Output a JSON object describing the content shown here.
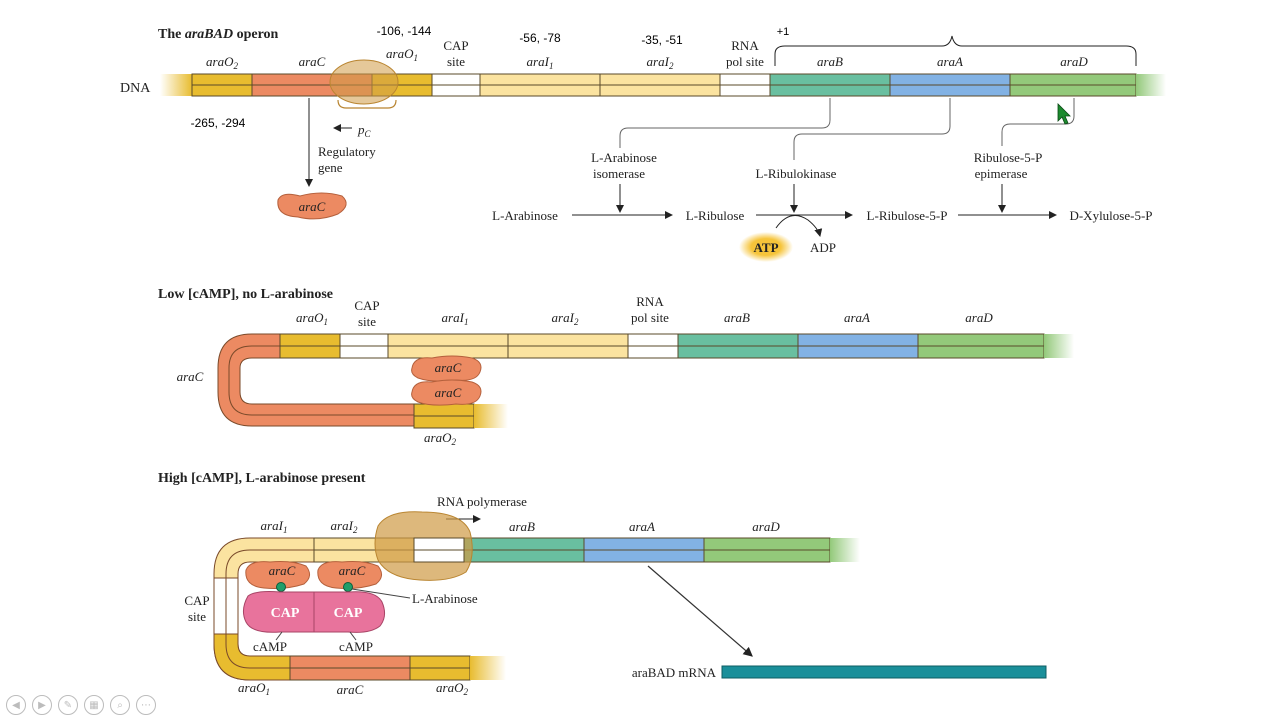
{
  "colors": {
    "operator": "#e8bc2f",
    "arac": "#ec8a62",
    "initiator": "#fbe3a0",
    "arab": "#69bfa0",
    "araa": "#82b2e4",
    "arad": "#93c97a",
    "rna_polymerase": "#cf9a45",
    "cap": "#e8739c",
    "mrna": "#1a8f9a",
    "atp": "#f6c43a"
  },
  "panel1": {
    "title_the": "The ",
    "title_gene": "araBAD",
    "title_rest": " operon",
    "dna_label": "DNA",
    "annotations": {
      "upper_left": "-106, -144",
      "i1_pos": "-56, -78",
      "i2_pos": "-35, -51",
      "start": "+1",
      "lower_left": "-265, -294"
    },
    "segment_labels": {
      "araO2_base": "araO",
      "araO2_sub": "2",
      "araC": "araC",
      "araO1_base": "araO",
      "araO1_sub": "1",
      "cap1": "CAP",
      "cap2": "site",
      "araI1_base": "araI",
      "araI1_sub": "1",
      "araI2_base": "araI",
      "araI2_sub": "2",
      "rnap1": "RNA",
      "rnap2": "pol site",
      "araB": "araB",
      "araA": "araA",
      "araD": "araD"
    },
    "promoter_base": "p",
    "promoter_sub": "C",
    "reg_gene_1": "Regulatory",
    "reg_gene_2": "gene",
    "arac_protein": "araC",
    "enzyme_isomerase_1": "L-Arabinose",
    "enzyme_isomerase_2": "isomerase",
    "enzyme_kinase": "L-Ribulokinase",
    "enzyme_epimerase_1": "Ribulose-5-P",
    "enzyme_epimerase_2": "epimerase",
    "metabolites": {
      "m1": "L-Arabinose",
      "m2": "L-Ribulose",
      "m3": "L-Ribulose-5-P",
      "m4": "D-Xylulose-5-P"
    },
    "atp": "ATP",
    "adp": "ADP"
  },
  "panel2": {
    "title": "Low [cAMP], no L-arabinose",
    "araO1_base": "araO",
    "araO1_sub": "1",
    "cap1": "CAP",
    "cap2": "site",
    "araI1_base": "araI",
    "araI1_sub": "1",
    "araI2_base": "araI",
    "araI2_sub": "2",
    "rnap1": "RNA",
    "rnap2": "pol site",
    "araB": "araB",
    "araA": "araA",
    "araD": "araD",
    "araC_loop": "araC",
    "araC_protein_1": "araC",
    "araC_protein_2": "araC",
    "araO2_base": "araO",
    "araO2_sub": "2"
  },
  "panel3": {
    "title": "High [cAMP], L-arabinose present",
    "rna_polymerase": "RNA polymerase",
    "araI1_base": "araI",
    "araI1_sub": "1",
    "araI2_base": "araI",
    "araI2_sub": "2",
    "araB": "araB",
    "araA": "araA",
    "araD": "araD",
    "arac_1": "araC",
    "arac_2": "araC",
    "cap_1": "CAP",
    "cap_2": "CAP",
    "camp_1": "cAMP",
    "camp_2": "cAMP",
    "l_arabinose": "L-Arabinose",
    "cap_site_1": "CAP",
    "cap_site_2": "site",
    "araO1_base": "araO",
    "araO1_sub": "1",
    "araC_gene": "araC",
    "araO2_base": "araO",
    "araO2_sub": "2",
    "mrna": "araBAD mRNA"
  },
  "controls": {
    "prev": "◀",
    "next": "▶",
    "pen": "✎",
    "slides": "▦",
    "zoom": "⌕",
    "more": "⋯"
  }
}
